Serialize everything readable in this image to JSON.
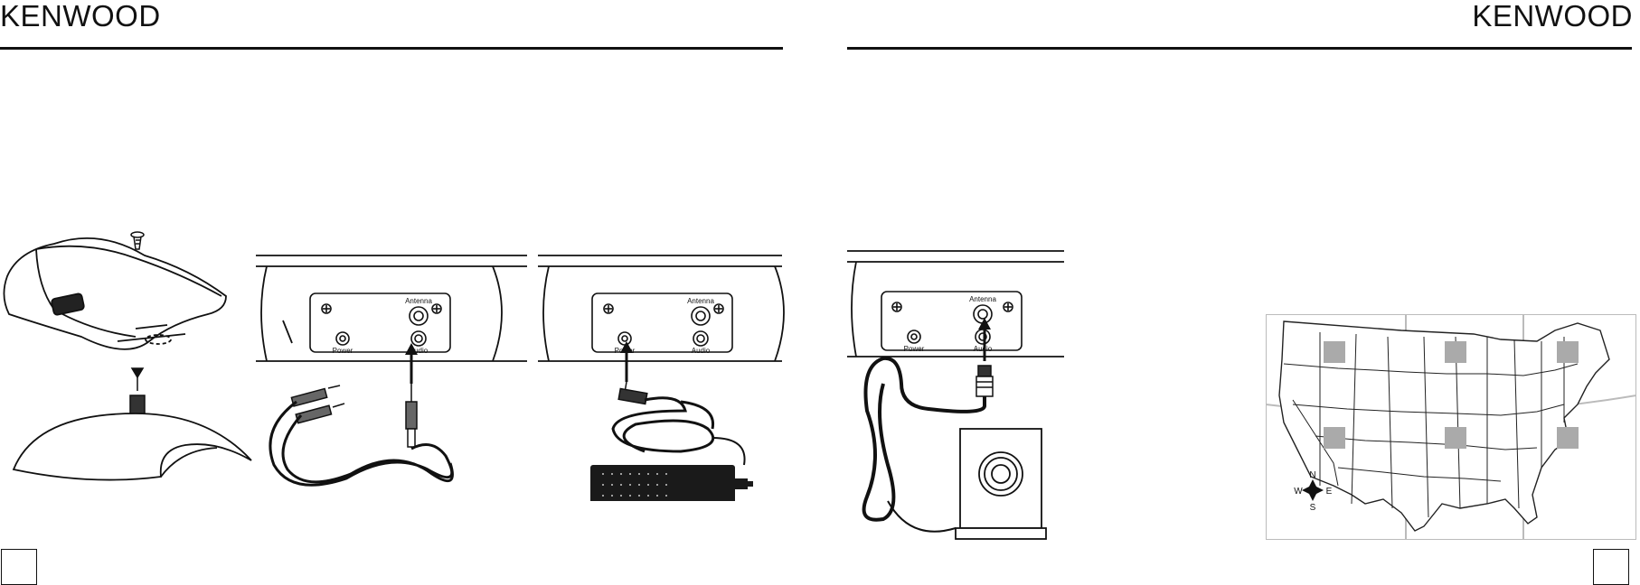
{
  "header": {
    "left_logo": "KENWOOD",
    "right_logo": "KENWOOD"
  },
  "panels": {
    "panel2": {
      "antenna_label": "Antenna",
      "power_label": "Power",
      "audio_label": "Audio"
    },
    "panel3": {
      "antenna_label": "Antenna",
      "power_label": "Power",
      "audio_label": "Audio"
    },
    "panel4": {
      "antenna_label": "Antenna",
      "power_label": "Power",
      "audio_label": "Audio"
    }
  },
  "map": {
    "compass": {
      "n": "N",
      "s": "S",
      "e": "E",
      "w": "W"
    }
  }
}
